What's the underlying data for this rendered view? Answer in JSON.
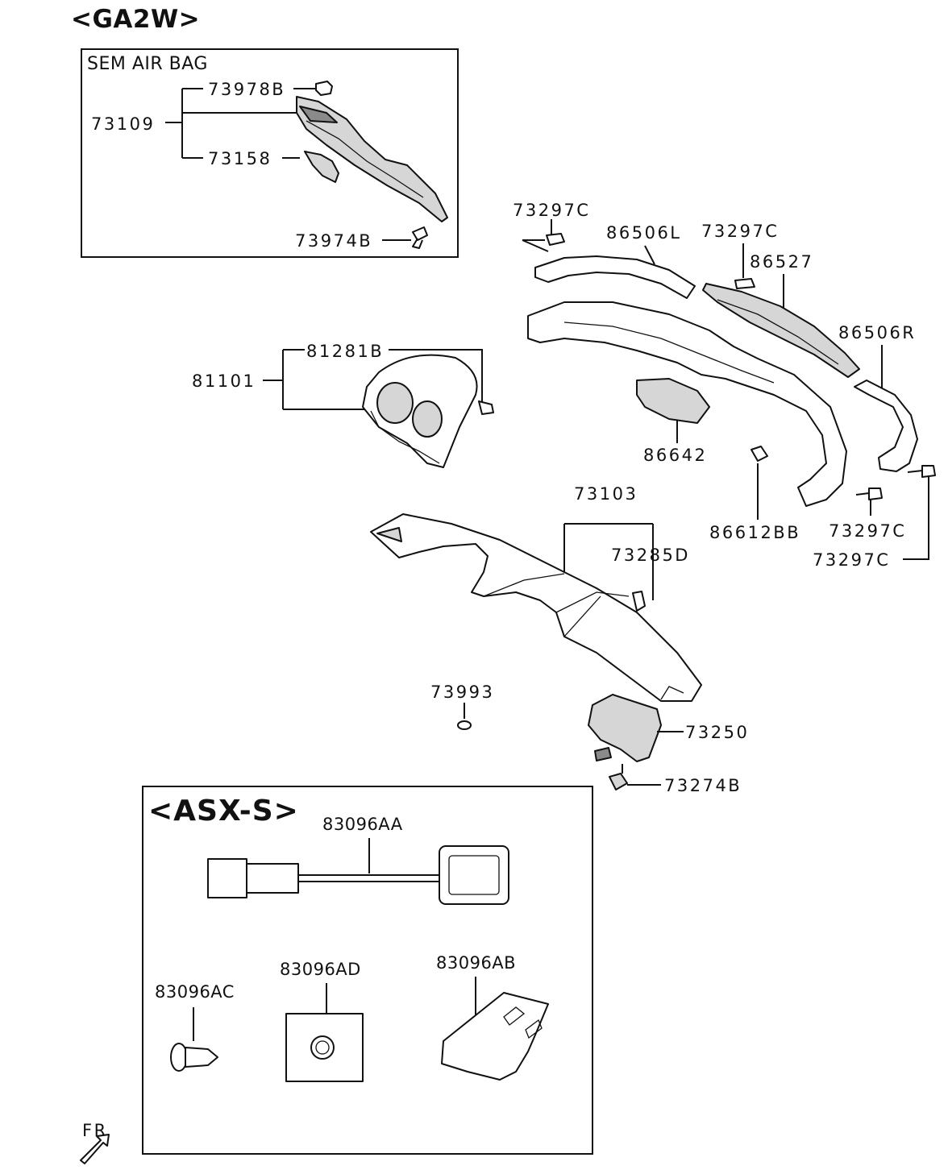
{
  "headers": {
    "ga2w": "<GA2W>",
    "asx_s": "<ASX-S>"
  },
  "semairbag_box": {
    "title": "SEM AIR BAG"
  },
  "labels": {
    "p73978B": "73978B",
    "p73109": "73109",
    "p73158": "73158",
    "p73974B": "73974B",
    "p73297C_a": "73297C",
    "p86506L": "86506L",
    "p73297C_b": "73297C",
    "p86527": "86527",
    "p86506R": "86506R",
    "p81281B": "81281B",
    "p81101": "81101",
    "p86642": "86642",
    "p86612BB": "86612BB",
    "p73297C_c": "73297C",
    "p73297C_d": "73297C",
    "p73103": "73103",
    "p73285D": "73285D",
    "p73993": "73993",
    "p73250": "73250",
    "p73274B": "73274B",
    "p83096AA": "83096AA",
    "p83096AD": "83096AD",
    "p83096AB": "83096AB",
    "p83096AC": "83096AC",
    "fr": "FR"
  },
  "icons": {
    "front_direction": "fr-arrow-icon"
  }
}
